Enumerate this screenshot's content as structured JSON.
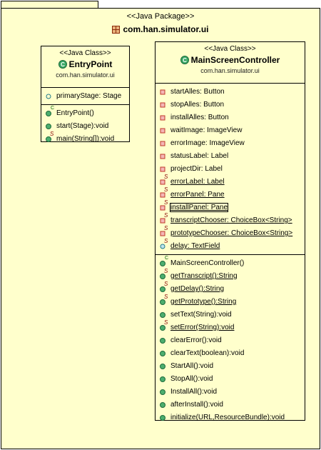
{
  "package": {
    "stereotype": "<<Java Package>>",
    "name": "com.han.simulator.ui"
  },
  "entry_point": {
    "stereotype": "<<Java Class>>",
    "name": "EntryPoint",
    "package": "com.han.simulator.ui",
    "fields": [
      {
        "text": "primaryStage: Stage",
        "visibility": "private-hollow"
      }
    ],
    "methods": [
      {
        "text": "EntryPoint()",
        "visibility": "public",
        "marker": "c"
      },
      {
        "text": "start(Stage):void",
        "visibility": "public"
      },
      {
        "text": "main(String[]):void",
        "visibility": "public",
        "marker": "s"
      }
    ]
  },
  "main_screen_controller": {
    "stereotype": "<<Java Class>>",
    "name": "MainScreenController",
    "package": "com.han.simulator.ui",
    "fields": [
      {
        "text": "startAlles: Button",
        "visibility": "private"
      },
      {
        "text": "stopAlles: Button",
        "visibility": "private"
      },
      {
        "text": "installAlles: Button",
        "visibility": "private"
      },
      {
        "text": "waitImage: ImageView",
        "visibility": "private"
      },
      {
        "text": "errorImage: ImageView",
        "visibility": "private"
      },
      {
        "text": "statusLabel: Label",
        "visibility": "private"
      },
      {
        "text": "projectDir: Label",
        "visibility": "private"
      },
      {
        "text": "errorLabel: Label",
        "visibility": "private",
        "marker": "s"
      },
      {
        "text": "errorPanel: Pane",
        "visibility": "private",
        "marker": "s"
      },
      {
        "text": "installPanel: Pane",
        "visibility": "private",
        "marker": "s"
      },
      {
        "text": "transcriptChooser: ChoiceBox<String>",
        "visibility": "private",
        "marker": "s"
      },
      {
        "text": "prototypeChooser: ChoiceBox<String>",
        "visibility": "private",
        "marker": "s"
      },
      {
        "text": "delay: TextField",
        "visibility": "package",
        "marker": "s"
      }
    ],
    "methods": [
      {
        "text": "MainScreenController()",
        "visibility": "public",
        "marker": "c"
      },
      {
        "text": "getTranscript():String",
        "visibility": "public",
        "marker": "s"
      },
      {
        "text": "getDelay():String",
        "visibility": "public",
        "marker": "s"
      },
      {
        "text": "getPrototype():String",
        "visibility": "public",
        "marker": "s"
      },
      {
        "text": "setText(String):void",
        "visibility": "public"
      },
      {
        "text": "setError(String):void",
        "visibility": "public",
        "marker": "s"
      },
      {
        "text": "clearError():void",
        "visibility": "public"
      },
      {
        "text": "clearText(boolean):void",
        "visibility": "public"
      },
      {
        "text": "StartAll():void",
        "visibility": "public"
      },
      {
        "text": "StopAll():void",
        "visibility": "public"
      },
      {
        "text": "InstallAll():void",
        "visibility": "public"
      },
      {
        "text": "afterInstall():void",
        "visibility": "public"
      },
      {
        "text": "initialize(URL,ResourceBundle):void",
        "visibility": "public"
      }
    ]
  },
  "colors": {
    "background": "#ffffcc",
    "public_method": "#2e8b57",
    "private_field": "#c0392b",
    "package_field": "#1f7a8c",
    "class_icon": "#2e8b57"
  },
  "icons": {
    "package": "package-icon",
    "class": "class-c-icon"
  }
}
